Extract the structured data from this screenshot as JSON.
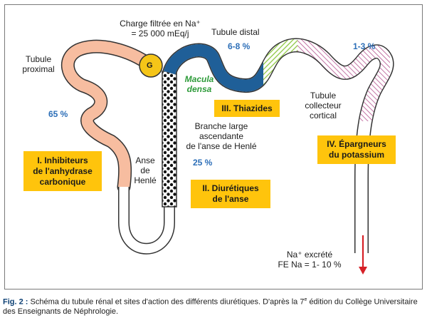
{
  "labels": {
    "charge_line1": "Charge filtrée en Na⁺",
    "charge_line2": "= 25 000 mEq/j",
    "tubule_distal": "Tubule distal",
    "tubule_proximal_1": "Tubule",
    "tubule_proximal_2": "proximal",
    "glomerulus": "G",
    "macula_1": "Macula",
    "macula_2": "densa",
    "branche_1": "Branche large",
    "branche_2": "ascendante",
    "branche_3": "de l'anse de Henlé",
    "anse_1": "Anse",
    "anse_2": "de",
    "anse_3": "Henlé",
    "collecteur_1": "Tubule",
    "collecteur_2": "collecteur",
    "collecteur_3": "cortical",
    "excrete_1": "Na⁺ excrété",
    "excrete_2": "FE Na = 1- 10 %"
  },
  "percentages": {
    "proximal": "65 %",
    "distal": "6-8 %",
    "collecteur": "1-3 %",
    "branche": "25 %"
  },
  "boxes": {
    "box1_line1": "I. Inhibiteurs",
    "box1_line2": "de l'anhydrase",
    "box1_line3": "carbonique",
    "box2_line1": "II. Diurétiques",
    "box2_line2": "de l'anse",
    "box3_line1": "III. Thiazides",
    "box4_line1": "IV. Épargneurs",
    "box4_line2": "du potassium"
  },
  "caption": {
    "fig_label": "Fig. 2 :",
    "text_before_sup": "Schéma du tubule rénal et sites d'action des différents diurétiques. D'après la 7",
    "sup": "e",
    "text_after_sup": "édition du Collège Universitaire des Enseignants de Néphrologie."
  },
  "colors": {
    "proximal": "#f7bda0",
    "glomerulus": "#f5c518",
    "distal": "#1f5f98",
    "thiazide_hatch": "#8cc63f",
    "collecteur_hatch": "#b5528f",
    "box": "#ffc40c",
    "percent": "#2d6fb8",
    "macula": "#2e9b3a",
    "arrow": "#d62027"
  }
}
